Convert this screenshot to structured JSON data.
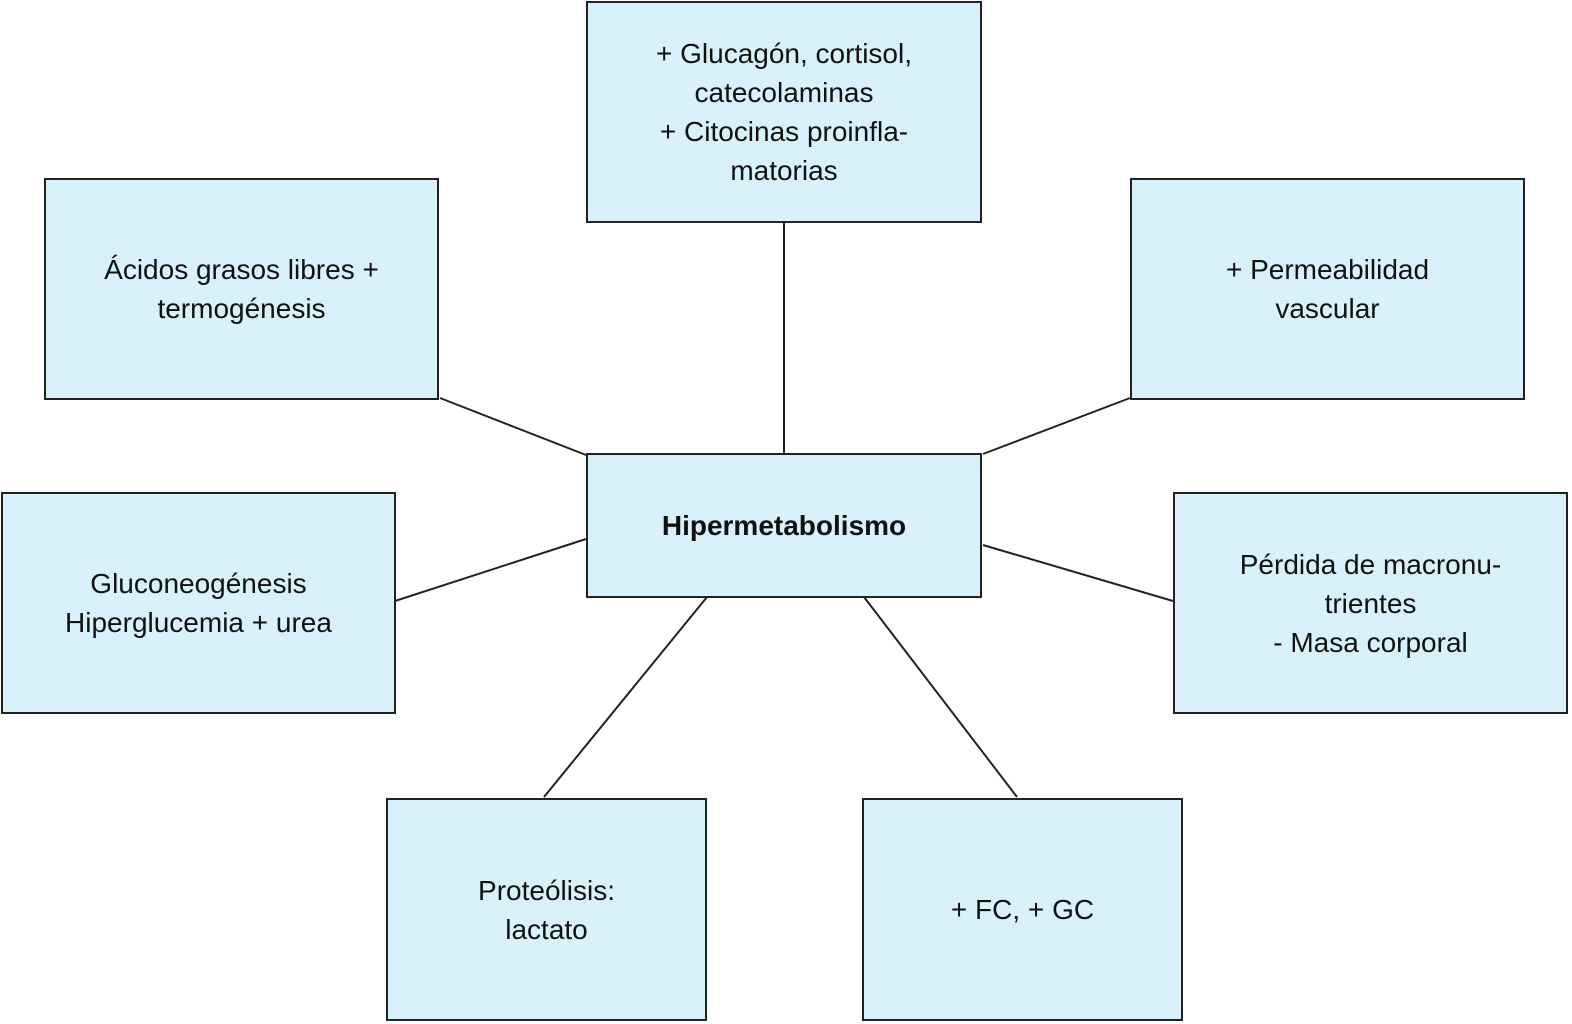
{
  "colors": {
    "box_fill": "#d8f1fb",
    "border": "#222222"
  },
  "center": {
    "label": "Hipermetabolismo"
  },
  "nodes": {
    "top": "+ Glucagón, cortisol,\ncatecolaminas\n+ Citocinas proinfla-\nmatorias",
    "top_left": "Ácidos grasos libres +\ntermogénesis",
    "top_right": "+ Permeabilidad\nvascular",
    "left": "Gluconeogénesis\nHiperglucemia + urea",
    "right": "Pérdida de macronu-\ntrientes\n- Masa corporal",
    "bottom_left": "Proteólisis:\nlactato",
    "bottom_right": "+ FC, + GC"
  }
}
